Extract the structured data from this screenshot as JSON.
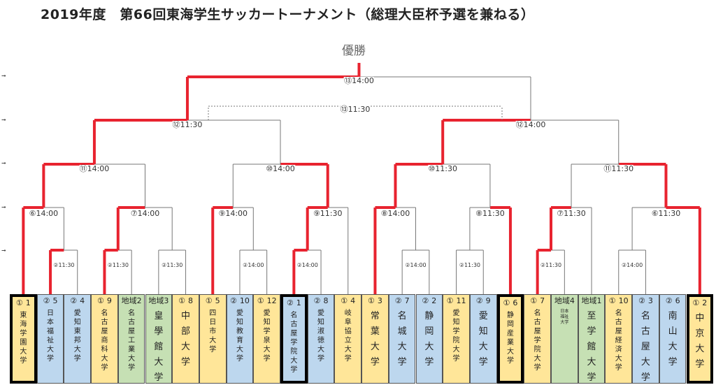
{
  "title": "2019年度　第66回東海学生サッカートーナメント（総理大臣杯予選を兼ねる）",
  "champion_label": "優勝",
  "colors": {
    "win_line": "#e8232f",
    "line": "#777777",
    "yellow": "#ffe699",
    "blue": "#bdd7ee",
    "green": "#c6e0b4"
  },
  "teams": [
    {
      "seed": "①",
      "num": "1",
      "name": "東海学園大学",
      "color": "yellow",
      "ring": true
    },
    {
      "seed": "②",
      "num": "5",
      "name": "日本福祉大学",
      "color": "blue"
    },
    {
      "seed": "②",
      "num": "4",
      "name": "愛知東邦大学",
      "color": "blue"
    },
    {
      "seed": "①",
      "num": "9",
      "name": "名古屋商科大学",
      "color": "yellow"
    },
    {
      "seed": "地域2",
      "num": "",
      "name": "名古屋工業大学",
      "color": "green"
    },
    {
      "seed": "地域3",
      "num": "",
      "name": "皇學館大学",
      "color": "green",
      "big": true
    },
    {
      "seed": "①",
      "num": "8",
      "name": "中部大学",
      "color": "yellow",
      "big": true
    },
    {
      "seed": "①",
      "num": "5",
      "name": "四日市大学",
      "color": "yellow"
    },
    {
      "seed": "②",
      "num": "10",
      "name": "愛知教育大学",
      "color": "blue"
    },
    {
      "seed": "①",
      "num": "12",
      "name": "愛知学泉大学",
      "color": "yellow"
    },
    {
      "seed": "②",
      "num": "1",
      "name": "名古屋学院大学",
      "color": "blue",
      "ring": true
    },
    {
      "seed": "②",
      "num": "8",
      "name": "愛知淑徳大学",
      "color": "blue"
    },
    {
      "seed": "①",
      "num": "4",
      "name": "岐阜協立大学",
      "color": "yellow"
    },
    {
      "seed": "①",
      "num": "3",
      "name": "常葉大学",
      "color": "yellow",
      "big": true
    },
    {
      "seed": "②",
      "num": "7",
      "name": "名城大学",
      "color": "blue",
      "big": true
    },
    {
      "seed": "②",
      "num": "2",
      "name": "静岡大学",
      "color": "blue",
      "big": true
    },
    {
      "seed": "①",
      "num": "11",
      "name": "愛知学院大学",
      "color": "yellow"
    },
    {
      "seed": "②",
      "num": "9",
      "name": "愛知大学",
      "color": "blue",
      "big": true
    },
    {
      "seed": "①",
      "num": "6",
      "name": "静岡産業大学",
      "color": "yellow",
      "ring": true
    },
    {
      "seed": "①",
      "num": "7",
      "name": "名古屋学院大学",
      "color": "yellow"
    },
    {
      "seed": "地域4",
      "num": "",
      "name": "日本福祉大学",
      "color": "green",
      "tiny": true
    },
    {
      "seed": "地域1",
      "num": "",
      "name": "至学館大学",
      "color": "green",
      "big": true
    },
    {
      "seed": "①",
      "num": "10",
      "name": "名古屋経済大学",
      "color": "yellow"
    },
    {
      "seed": "②",
      "num": "3",
      "name": "名古屋大学",
      "color": "blue",
      "big": true
    },
    {
      "seed": "②",
      "num": "6",
      "name": "南山大学",
      "color": "blue",
      "big": true
    },
    {
      "seed": "①",
      "num": "2",
      "name": "中京大学",
      "color": "yellow",
      "ring": true,
      "big": true
    }
  ],
  "match_labels": [
    {
      "text": "⑥14:00",
      "level": 1
    },
    {
      "text": "⑦14:00",
      "level": 1
    },
    {
      "text": "⑨14:00",
      "level": 1
    },
    {
      "text": "⑨11:30",
      "level": 1
    },
    {
      "text": "⑧14:00",
      "level": 1
    },
    {
      "text": "⑧11:30",
      "level": 1
    },
    {
      "text": "⑦11:30",
      "level": 1
    },
    {
      "text": "⑥11:30",
      "level": 1
    },
    {
      "text": "⑪14:00",
      "level": 2
    },
    {
      "text": "⑩14:00",
      "level": 2
    },
    {
      "text": "⑩11:30",
      "level": 2
    },
    {
      "text": "⑪11:30",
      "level": 2
    },
    {
      "text": "⑫11:30",
      "level": 3
    },
    {
      "text": "⑫14:00",
      "level": 3
    },
    {
      "text": "⑬14:00",
      "level": 4
    },
    {
      "text": "⑬11:30",
      "level": 5
    }
  ],
  "prelim_labels": [
    "②11:30",
    "②11:30",
    "②11:30",
    "②14:00",
    "②14:00",
    "②14:00",
    "②11:30",
    "②11:30",
    "②14:00"
  ]
}
